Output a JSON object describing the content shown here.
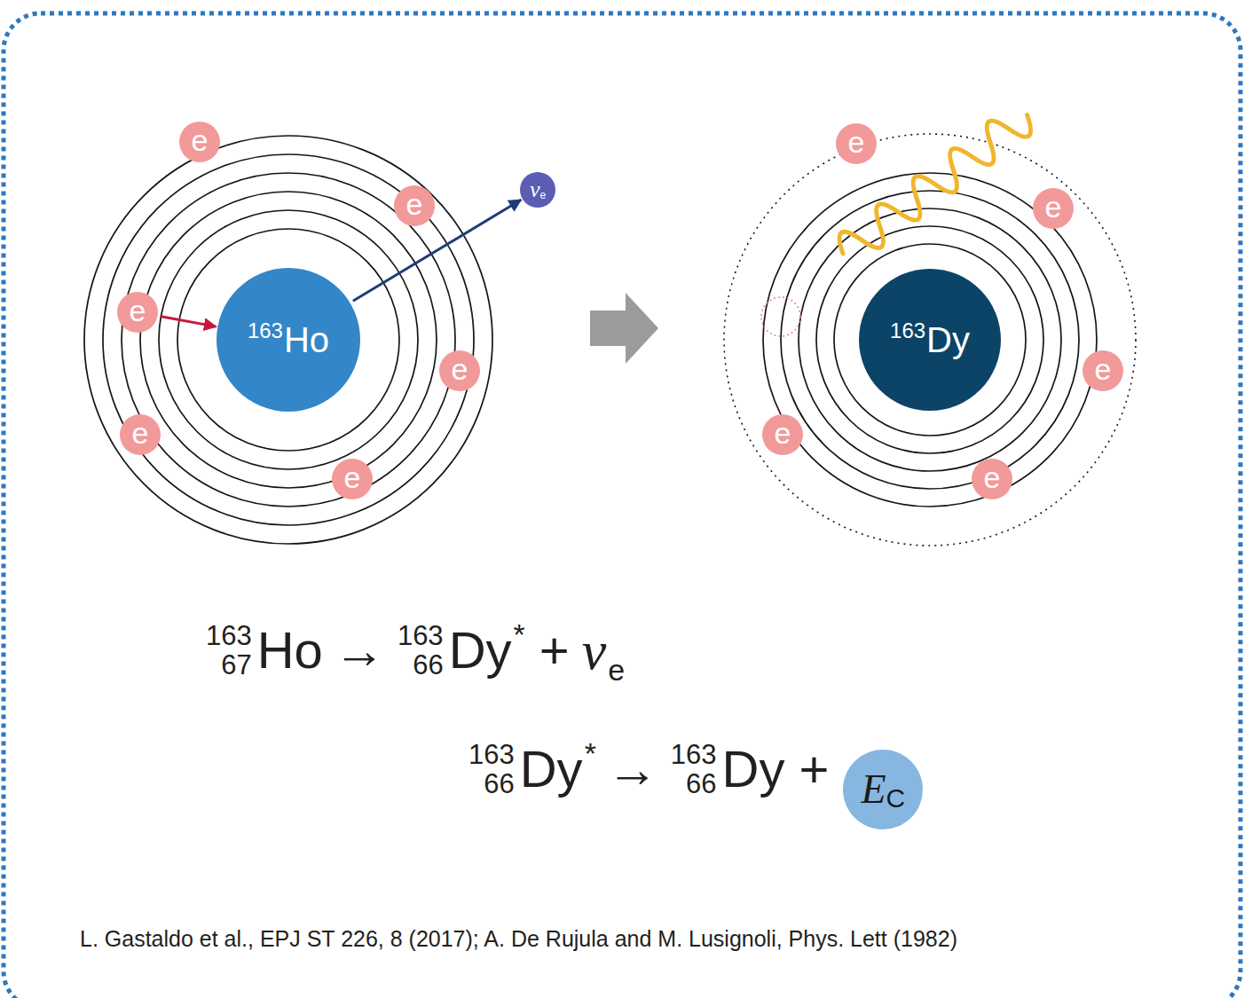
{
  "diagram": {
    "nodes": [
      {
        "text": [
          "e"
        ]
      },
      {
        "text": [
          "e"
        ]
      },
      {
        "text": [
          "ν",
          "e"
        ]
      },
      {
        "text": [
          "e"
        ]
      },
      {
        "text": [
          "163",
          "Ho"
        ]
      },
      {
        "text": [
          "e"
        ]
      },
      {
        "text": [
          "e"
        ]
      },
      {
        "text": [
          "e"
        ]
      },
      {
        "text": [
          "e"
        ]
      },
      {
        "text": [
          "e"
        ]
      },
      {
        "text": [
          "163",
          "Dy"
        ]
      },
      {
        "text": [
          "e"
        ]
      },
      {
        "text": [
          "e"
        ]
      },
      {
        "text": [
          "e"
        ]
      },
      {
        "text": [
          "E",
          "C"
        ]
      }
    ],
    "edges": [
      {
        "from": 3,
        "to": 4,
        "arrow": "to"
      },
      {
        "from": 4,
        "to": 2,
        "arrow": "to"
      }
    ],
    "labels": [
      "163",
      "67",
      "Ho",
      "→",
      "163",
      "66",
      "Dy",
      "*",
      "+",
      "ν",
      "e",
      "163",
      "66",
      "Dy",
      "*",
      "→",
      "163",
      "66",
      "Dy",
      "+",
      "L. Gastaldo et al., EPJ ST 226, 8 (2017); A. De Rujula and M. Lusignoli, Phys. Lett (1982)"
    ]
  }
}
